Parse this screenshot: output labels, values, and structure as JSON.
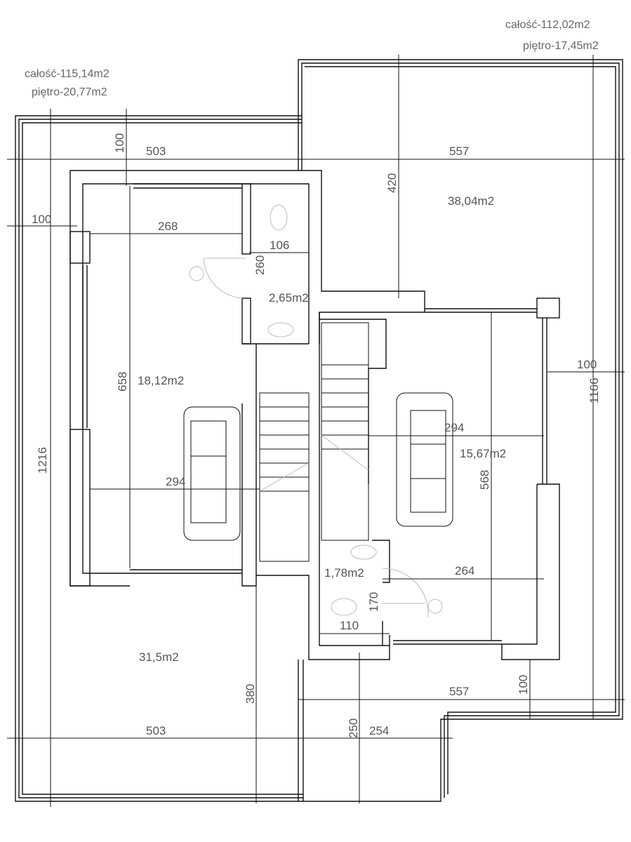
{
  "summary": {
    "left_total": "całość-115,14m2",
    "left_floor": "piętro-20,77m2",
    "right_total": "całość-112,02m2",
    "right_floor": "piętro-17,45m2"
  },
  "areas": {
    "terrace_top_right": "38,04m2",
    "bathroom_top": "2,65m2",
    "room_left": "18,12m2",
    "room_right": "15,67m2",
    "bathroom_bottom": "1,78m2",
    "terrace_bottom_left": "31,5m2"
  },
  "dimensions": {
    "top_left_width": "503",
    "top_right_width": "557",
    "top_left_offset": "100",
    "terrace_depth_top": "420",
    "left_side_offset": "100",
    "room_left_width": "268",
    "bath_top_width": "106",
    "bath_top_depth": "260",
    "room_left_depth": "658",
    "room_left_inner": "294",
    "room_right_inner": "294",
    "room_right_depth": "568",
    "right_side_offset": "100",
    "right_total_depth": "1166",
    "left_total_depth": "1216",
    "bath_bottom_depth": "170",
    "bath_bottom_width": "110",
    "room_right_width": "264",
    "terrace_bottom_depth": "380",
    "bottom_right_width": "557",
    "bottom_right_offset": "100",
    "bottom_left_width": "503",
    "bottom_mid_depth": "250",
    "bottom_mid_width": "254"
  }
}
